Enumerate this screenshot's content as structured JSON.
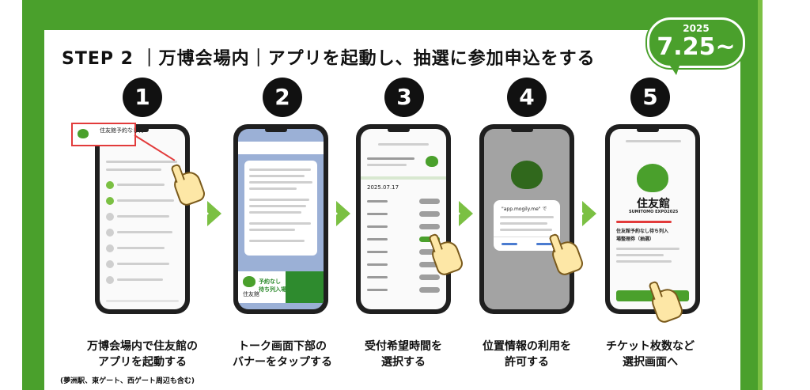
{
  "header": {
    "title": "STEP 2 ｜万博会場内｜アプリを起動し、抽選に参加申込をする"
  },
  "badge": {
    "year": "2025",
    "date": "7.25~"
  },
  "colors": {
    "brand_green": "#4aa02c",
    "light_green": "#7bc043",
    "black": "#111111"
  },
  "steps": [
    {
      "number": "1",
      "caption_line1": "万博会場内で住友館の",
      "caption_line2": "アプリを起動する"
    },
    {
      "number": "2",
      "caption_line1": "トーク画面下部の",
      "caption_line2": "バナーをタップする"
    },
    {
      "number": "3",
      "caption_line1": "受付希望時間を",
      "caption_line2": "選択する"
    },
    {
      "number": "4",
      "caption_line1": "位置情報の利用を",
      "caption_line2": "許可する"
    },
    {
      "number": "5",
      "caption_line1": "チケット枚数など",
      "caption_line2": "選択画面へ"
    }
  ],
  "note": "(夢洲駅、東ゲート、西ゲート周辺も含む)",
  "phone1": {
    "callout_label": "住友館予約なし待",
    "brand": "住友館"
  },
  "phone2": {
    "banner_line1": "予約なし",
    "banner_line2": "待ち列入場",
    "brand": "住友館"
  },
  "phone3": {
    "date": "2025.07.17"
  },
  "phone4": {
    "dialog_title": "\"app.mogily.me\" で"
  },
  "phone5": {
    "brand": "住友館",
    "brand_en": "SUMITOMO EXPO2025",
    "headline1": "住友館予約なし待ち列入",
    "headline2": "場整理券（抽選）"
  }
}
